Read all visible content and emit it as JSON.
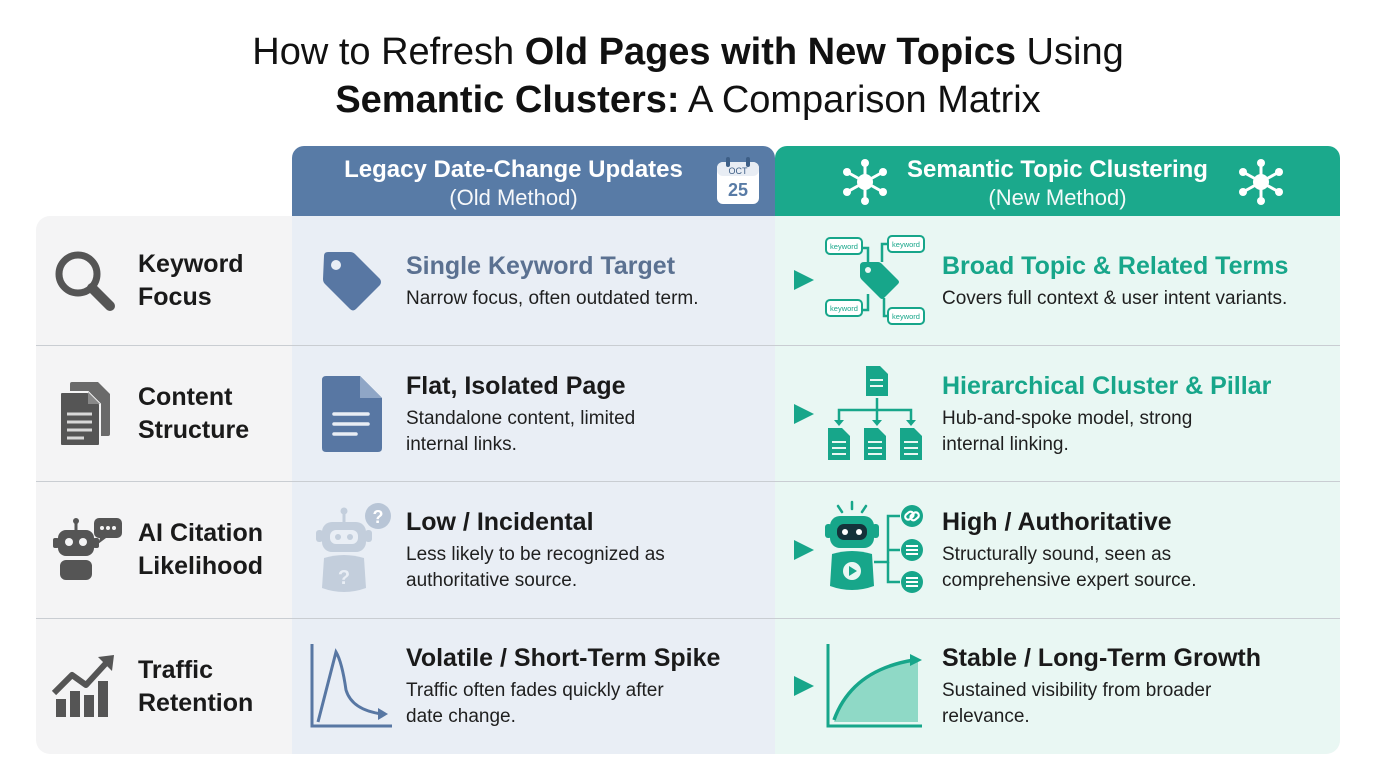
{
  "title": {
    "part1": "How to Refresh ",
    "bold1": "Old Pages",
    "part2": " ",
    "bold2": "with New Topics",
    "part3": " Using",
    "bold3": "Semantic Clusters:",
    "part4": " A Comparison Matrix"
  },
  "headers": {
    "old": {
      "title": "Legacy Date-Change Updates",
      "subtitle": "(Old Method)",
      "calendar_month": "OCT",
      "calendar_day": "25",
      "color": "#587ba6"
    },
    "new": {
      "title": "Semantic Topic Clustering",
      "subtitle": "(New Method)",
      "color": "#1ba98c"
    }
  },
  "keyword_labels": [
    "keyword",
    "keyword",
    "keyword",
    "keyword"
  ],
  "rows": [
    {
      "label_line1": "Keyword",
      "label_line2": "Focus",
      "icon": "magnifier-icon",
      "old": {
        "title": "Single Keyword Target",
        "desc_line1": "Narrow focus, often outdated term.",
        "desc_line2": "",
        "icon": "tag-icon"
      },
      "new": {
        "title": "Broad Topic & Related Terms",
        "desc_line1": "Covers full context & user intent variants.",
        "desc_line2": "",
        "icon": "keyword-network-icon"
      }
    },
    {
      "label_line1": "Content",
      "label_line2": "Structure",
      "icon": "documents-icon",
      "old": {
        "title": "Flat, Isolated Page",
        "desc_line1": "Standalone content, limited",
        "desc_line2": "internal links.",
        "icon": "document-icon"
      },
      "new": {
        "title": "Hierarchical Cluster & Pillar",
        "desc_line1": "Hub-and-spoke model, strong",
        "desc_line2": "internal linking.",
        "icon": "hierarchy-icon"
      }
    },
    {
      "label_line1": "AI Citation",
      "label_line2": "Likelihood",
      "icon": "robot-chat-icon",
      "old": {
        "title": "Low / Incidental",
        "desc_line1": "Less likely to be recognized as",
        "desc_line2": "authoritative source.",
        "icon": "robot-question-icon"
      },
      "new": {
        "title": "High / Authoritative",
        "desc_line1": "Structurally sound, seen as",
        "desc_line2": "comprehensive expert source.",
        "icon": "robot-links-icon"
      }
    },
    {
      "label_line1": "Traffic",
      "label_line2": "Retention",
      "icon": "growth-chart-icon",
      "old": {
        "title": "Volatile / Short-Term Spike",
        "desc_line1": "Traffic often fades quickly after",
        "desc_line2": "date change.",
        "icon": "spike-chart-icon"
      },
      "new": {
        "title": "Stable / Long-Term Growth",
        "desc_line1": "Sustained visibility from broader",
        "desc_line2": "relevance.",
        "icon": "growth-curve-icon"
      }
    }
  ]
}
